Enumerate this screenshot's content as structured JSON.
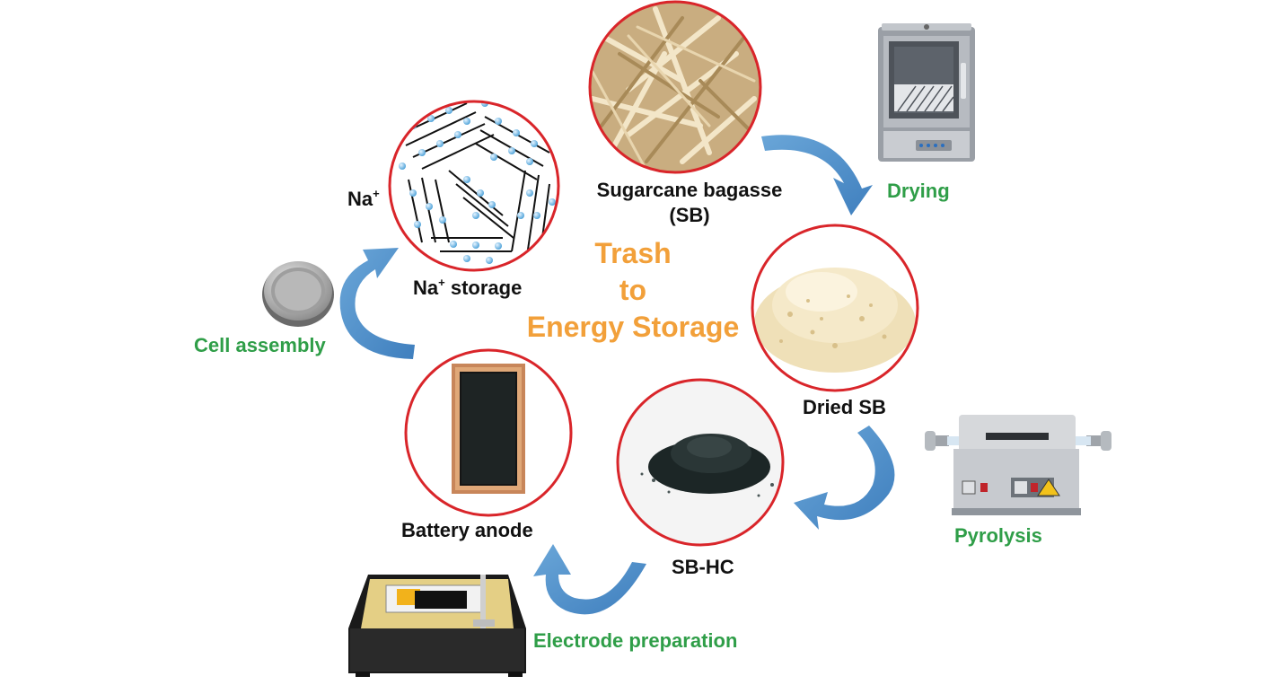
{
  "center_title": {
    "line1": "Trash",
    "line2": "to",
    "line3": "Energy Storage"
  },
  "nodes": {
    "sugarcane": {
      "label_line1": "Sugarcane bagasse",
      "label_line2": "(SB)"
    },
    "dried": {
      "label": "Dried SB"
    },
    "sbhc": {
      "label": "SB-HC"
    },
    "anode": {
      "label": "Battery anode"
    },
    "storage": {
      "label_base": "Na",
      "label_sup": "+",
      "label_rest": " storage"
    },
    "ion": {
      "label_base": "Na",
      "label_sup": "+"
    }
  },
  "steps": {
    "drying": "Drying",
    "pyrolysis": "Pyrolysis",
    "electrode": "Electrode preparation",
    "cell": "Cell assembly"
  },
  "colors": {
    "ring": "#d9252a",
    "arrow": "#4a8cc6",
    "step_text": "#2f9e48",
    "title_text": "#f2a03a"
  }
}
